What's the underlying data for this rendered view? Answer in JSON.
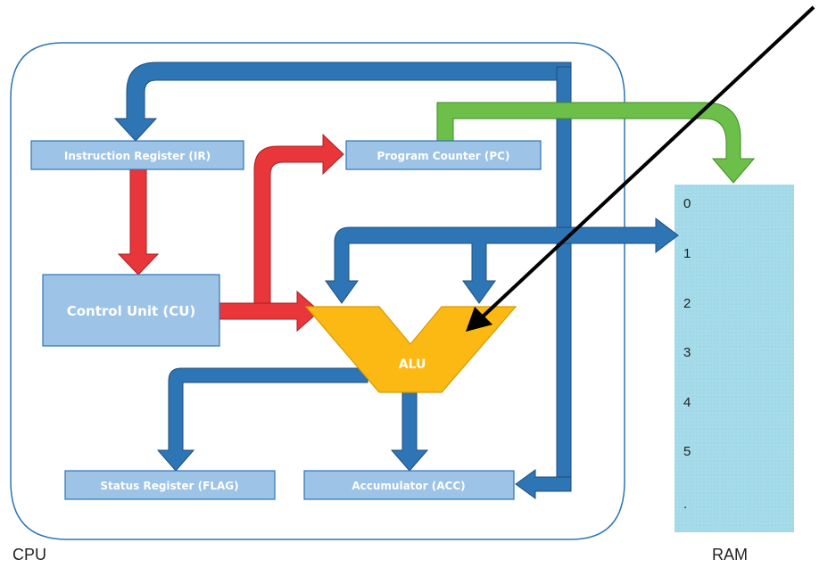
{
  "labels": {
    "cpu": "CPU",
    "ram": "RAM",
    "alu": "ALU"
  },
  "registers": {
    "instruction": "Instruction Register (IR)",
    "program_counter": "Program Counter (PC)",
    "control_unit": "Control Unit (CU)",
    "status": "Status Register (FLAG)",
    "accumulator": "Accumulator (ACC)"
  },
  "ram_cells": [
    "0",
    "1",
    "2",
    "3",
    "4",
    "5",
    "."
  ],
  "colors": {
    "blue_arrow": "#2e75b6",
    "red_arrow": "#e8363a",
    "green_arrow": "#6cc04a",
    "register_fill": "#9dc3e6",
    "alu_fill": "#fdb913",
    "ram_fill": "#a6dcea"
  }
}
